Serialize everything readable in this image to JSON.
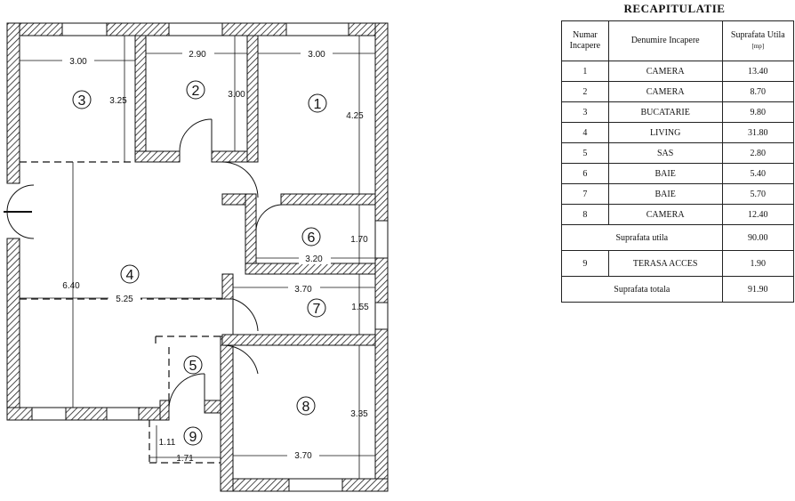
{
  "recap": {
    "title": "RECAPITULATIE",
    "headers": {
      "number": "Numar Incapere",
      "name": "Denumire Incapere",
      "area": "Suprafata Utila",
      "unit": "[mp]"
    },
    "rooms": [
      {
        "number": "1",
        "name": "CAMERA",
        "area": "13.40"
      },
      {
        "number": "2",
        "name": "CAMERA",
        "area": "8.70"
      },
      {
        "number": "3",
        "name": "BUCATARIE",
        "area": "9.80"
      },
      {
        "number": "4",
        "name": "LIVING",
        "area": "31.80"
      },
      {
        "number": "5",
        "name": "SAS",
        "area": "2.80"
      },
      {
        "number": "6",
        "name": "BAIE",
        "area": "5.40"
      },
      {
        "number": "7",
        "name": "BAIE",
        "area": "5.70"
      },
      {
        "number": "8",
        "name": "CAMERA",
        "area": "12.40"
      }
    ],
    "useful_label": "Suprafata utila",
    "useful_value": "90.00",
    "terrace": {
      "number": "9",
      "name": "TERASA ACCES",
      "area": "1.90"
    },
    "total_label": "Suprafata totala",
    "total_value": "91.90"
  },
  "plan": {
    "room_numbers": [
      "1",
      "2",
      "3",
      "4",
      "5",
      "6",
      "7",
      "8",
      "9"
    ],
    "dimensions": {
      "r3_width": "3.00",
      "r3_height": "3.25",
      "r2_width": "2.90",
      "r2_height": "3.00",
      "r1_width": "3.00",
      "r1_height": "4.25",
      "r6_width": "3.20",
      "r6_height": "1.70",
      "r7_width": "3.70",
      "r7_height": "1.55",
      "living_height": "6.40",
      "living_width": "5.25",
      "r8_width": "3.70",
      "r8_height": "3.35",
      "r9_height": "1.11",
      "r9_width": "1.71"
    }
  }
}
